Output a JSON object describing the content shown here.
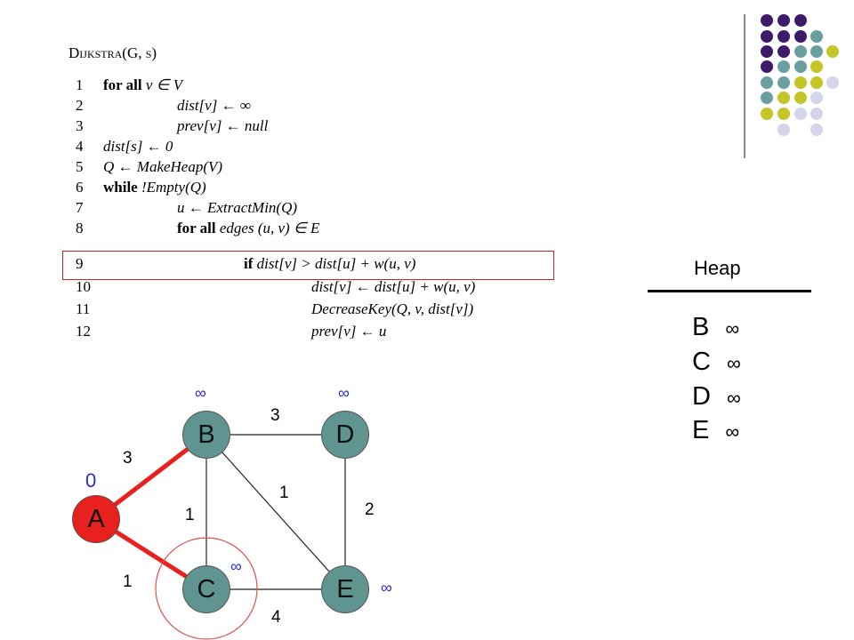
{
  "colors": {
    "purple": "#3e1a6b",
    "teal": "#6a9fa0",
    "yellow": "#c4c526",
    "lavender": "#d5d5ea",
    "source_red": "#e8201e",
    "node_teal": "#5f9491",
    "highlight_red": "#cc2222",
    "dist_blue": "#2a2ad8"
  },
  "pseudocode": {
    "title": "Dijkstra(G, s)",
    "lines": [
      {
        "num": "1",
        "text": "for all v ∈ V"
      },
      {
        "num": "2",
        "text": "dist[v] ← ∞"
      },
      {
        "num": "3",
        "text": "prev[v] ← null"
      },
      {
        "num": "4",
        "text": "dist[s] ← 0"
      },
      {
        "num": "5",
        "text": "Q ← MakeHeap(V)"
      },
      {
        "num": "6",
        "text": "while !Empty(Q)"
      },
      {
        "num": "7",
        "text": "u ← ExtractMin(Q)"
      },
      {
        "num": "8",
        "text": "for all edges (u, v) ∈ E"
      },
      {
        "num": "9",
        "text": "if dist[v] > dist[u] + w(u, v)"
      },
      {
        "num": "10",
        "text": "dist[v] ← dist[u] + w(u, v)"
      },
      {
        "num": "11",
        "text": "DecreaseKey(Q, v, dist[v])"
      },
      {
        "num": "12",
        "text": "prev[v] ← u"
      }
    ],
    "highlighted_line": "9"
  },
  "heap": {
    "title": "Heap",
    "items": [
      {
        "node": "B",
        "key": "∞"
      },
      {
        "node": "C",
        "key": "∞"
      },
      {
        "node": "D",
        "key": "∞"
      },
      {
        "node": "E",
        "key": "∞"
      }
    ]
  },
  "graph": {
    "nodes": [
      {
        "id": "A",
        "label": "A",
        "dist": "0",
        "source": true
      },
      {
        "id": "B",
        "label": "B",
        "dist": "∞"
      },
      {
        "id": "C",
        "label": "C",
        "dist": "∞",
        "focused": true
      },
      {
        "id": "D",
        "label": "D",
        "dist": "∞"
      },
      {
        "id": "E",
        "label": "E",
        "dist": "∞"
      }
    ],
    "edges": [
      {
        "from": "A",
        "to": "B",
        "weight": "3",
        "active": true
      },
      {
        "from": "A",
        "to": "C",
        "weight": "1",
        "active": true
      },
      {
        "from": "B",
        "to": "D",
        "weight": "3"
      },
      {
        "from": "B",
        "to": "C",
        "weight": "1"
      },
      {
        "from": "B",
        "to": "E",
        "weight": "1"
      },
      {
        "from": "D",
        "to": "E",
        "weight": "2"
      },
      {
        "from": "C",
        "to": "E",
        "weight": "4"
      }
    ]
  }
}
